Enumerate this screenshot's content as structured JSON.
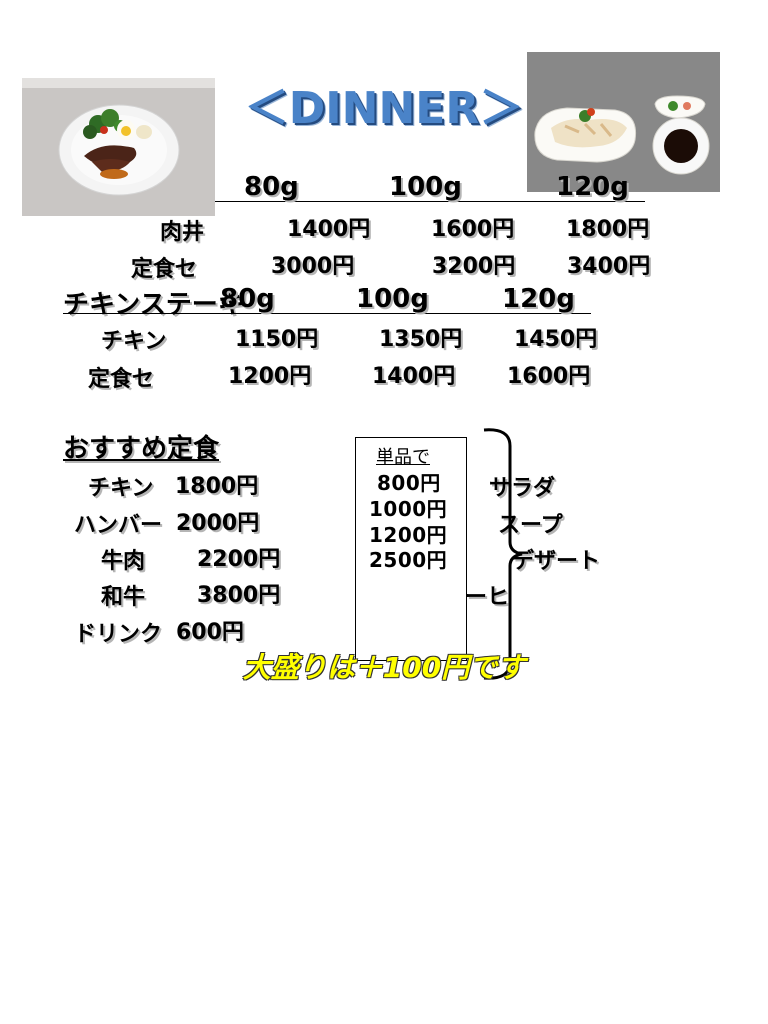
{
  "title": "＜DINNER＞",
  "section1": {
    "weights": [
      "80g",
      "100g",
      "120g"
    ],
    "rows": [
      {
        "label": "肉井",
        "prices": [
          "1400円",
          "1600円",
          "1800円"
        ]
      },
      {
        "label": "定食セ",
        "prices": [
          "3000円",
          "3200円",
          "3400円"
        ]
      }
    ]
  },
  "section2": {
    "heading": "チキンステーキ",
    "weights": [
      "80g",
      "100g",
      "120g"
    ],
    "rows": [
      {
        "label": "チキン",
        "prices": [
          "1150円",
          "1350円",
          "1450円"
        ]
      },
      {
        "label": "定食セ",
        "prices": [
          "1200円",
          "1400円",
          "1600円"
        ]
      }
    ]
  },
  "section3": {
    "heading": "おすすめ定食",
    "items": [
      {
        "label": "チキン",
        "price": "1800円"
      },
      {
        "label": "ハンバー",
        "price": "2000円"
      },
      {
        "label": "牛肉",
        "price": "2200円"
      },
      {
        "label": "和牛",
        "price": "3800円"
      },
      {
        "label": "ドリンク",
        "price": "600円"
      }
    ],
    "right_labels": [
      "サラダ",
      "スープ",
      "デザート",
      "コーヒ"
    ]
  },
  "box": {
    "heading": "単品で",
    "prices": [
      "800円",
      "1000円",
      "1200円",
      "2500円"
    ]
  },
  "note": "大盛りは＋100円です",
  "photos": [
    {
      "name": "beef-plate"
    },
    {
      "name": "chicken-plate"
    }
  ]
}
